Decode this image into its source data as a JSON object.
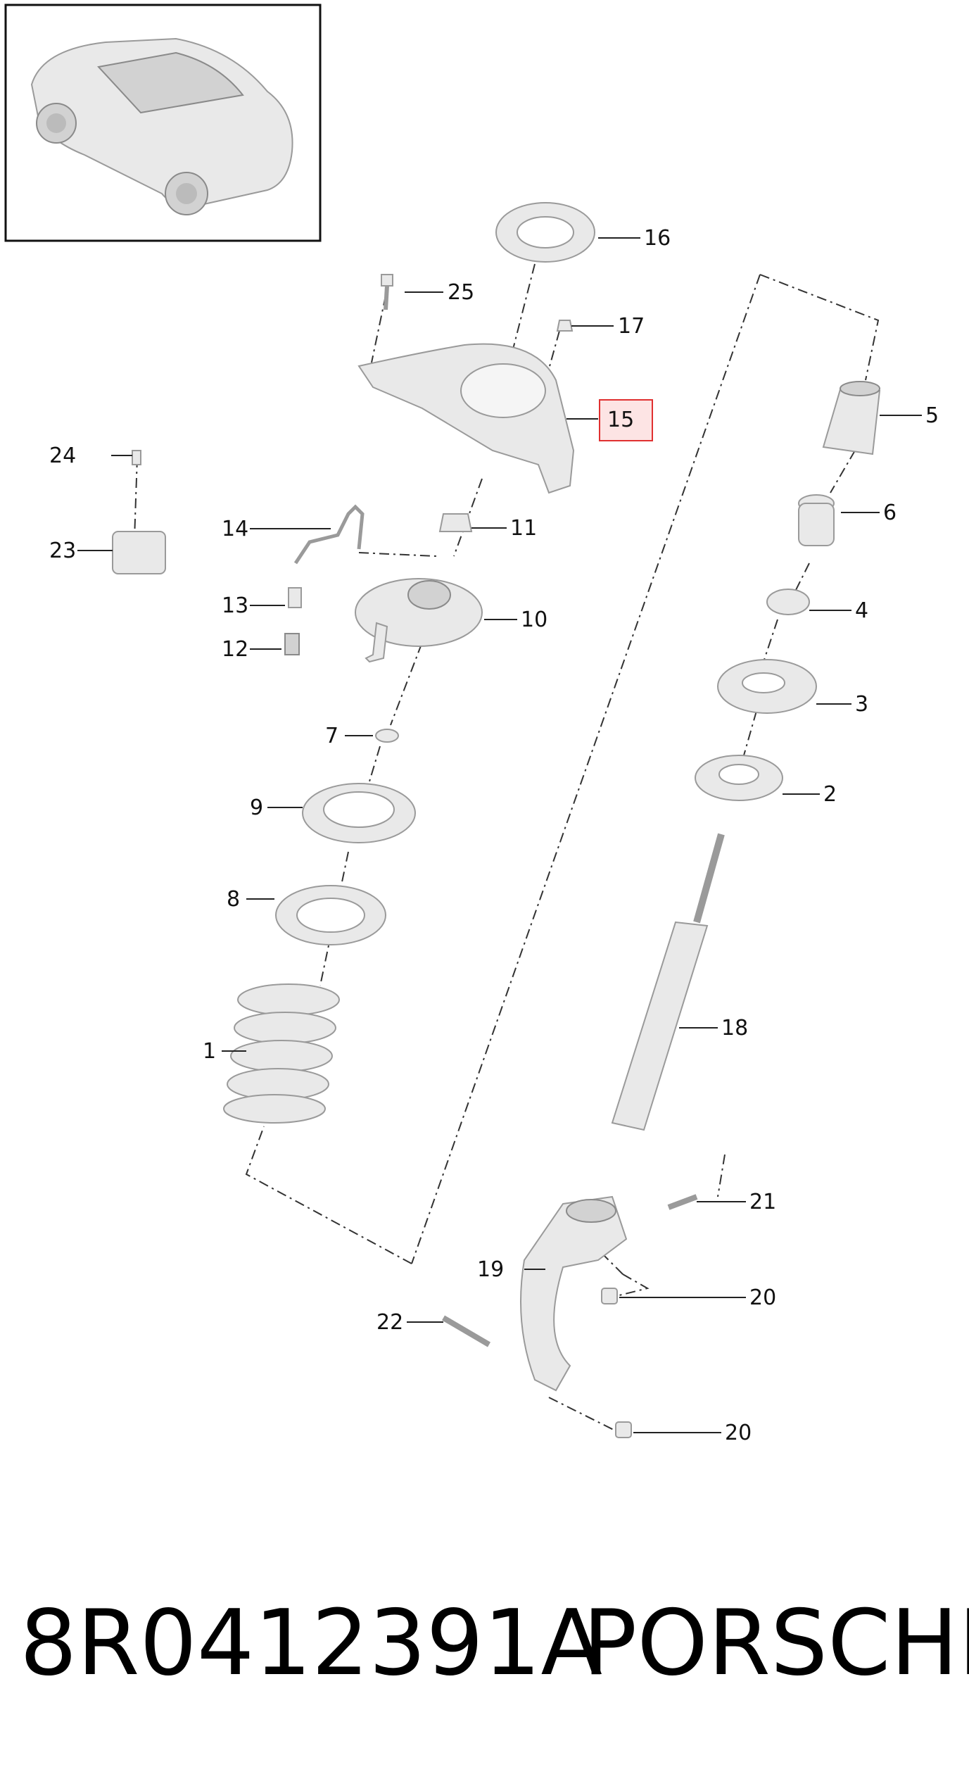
{
  "callouts": {
    "c1": "1",
    "c2": "2",
    "c3": "3",
    "c4": "4",
    "c5": "5",
    "c6": "6",
    "c7": "7",
    "c8": "8",
    "c9": "9",
    "c10": "10",
    "c11": "11",
    "c12": "12",
    "c13": "13",
    "c14": "14",
    "c15": "15",
    "c16": "16",
    "c17": "17",
    "c18": "18",
    "c19": "19",
    "c20a": "20",
    "c20b": "20",
    "c21": "21",
    "c22": "22",
    "c23": "23",
    "c24": "24",
    "c25": "25"
  },
  "highlighted_callout": "15",
  "highlight_color": "#e03030",
  "footer": {
    "part_number": "8R0412391A",
    "brand": "PORSCHE"
  }
}
